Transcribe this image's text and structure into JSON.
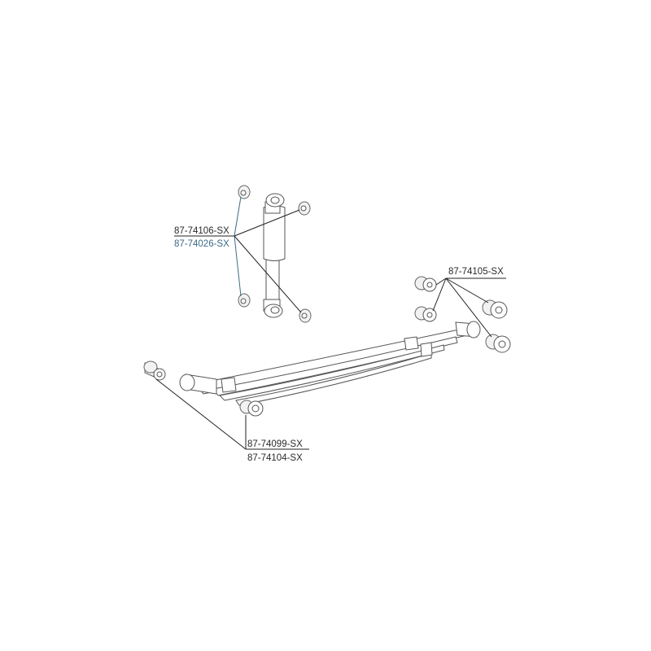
{
  "labels": {
    "shock_primary": "87-74106-SX",
    "shock_secondary": "87-74026-SX",
    "right_bushings": "87-74105-SX",
    "left_primary": "87-74099-SX",
    "left_secondary": "87-74104-SX"
  },
  "colors": {
    "text_dark": "#2a2a2a",
    "text_blue": "#3d6a86",
    "leader_line": "#222222",
    "outline": "#555555"
  }
}
